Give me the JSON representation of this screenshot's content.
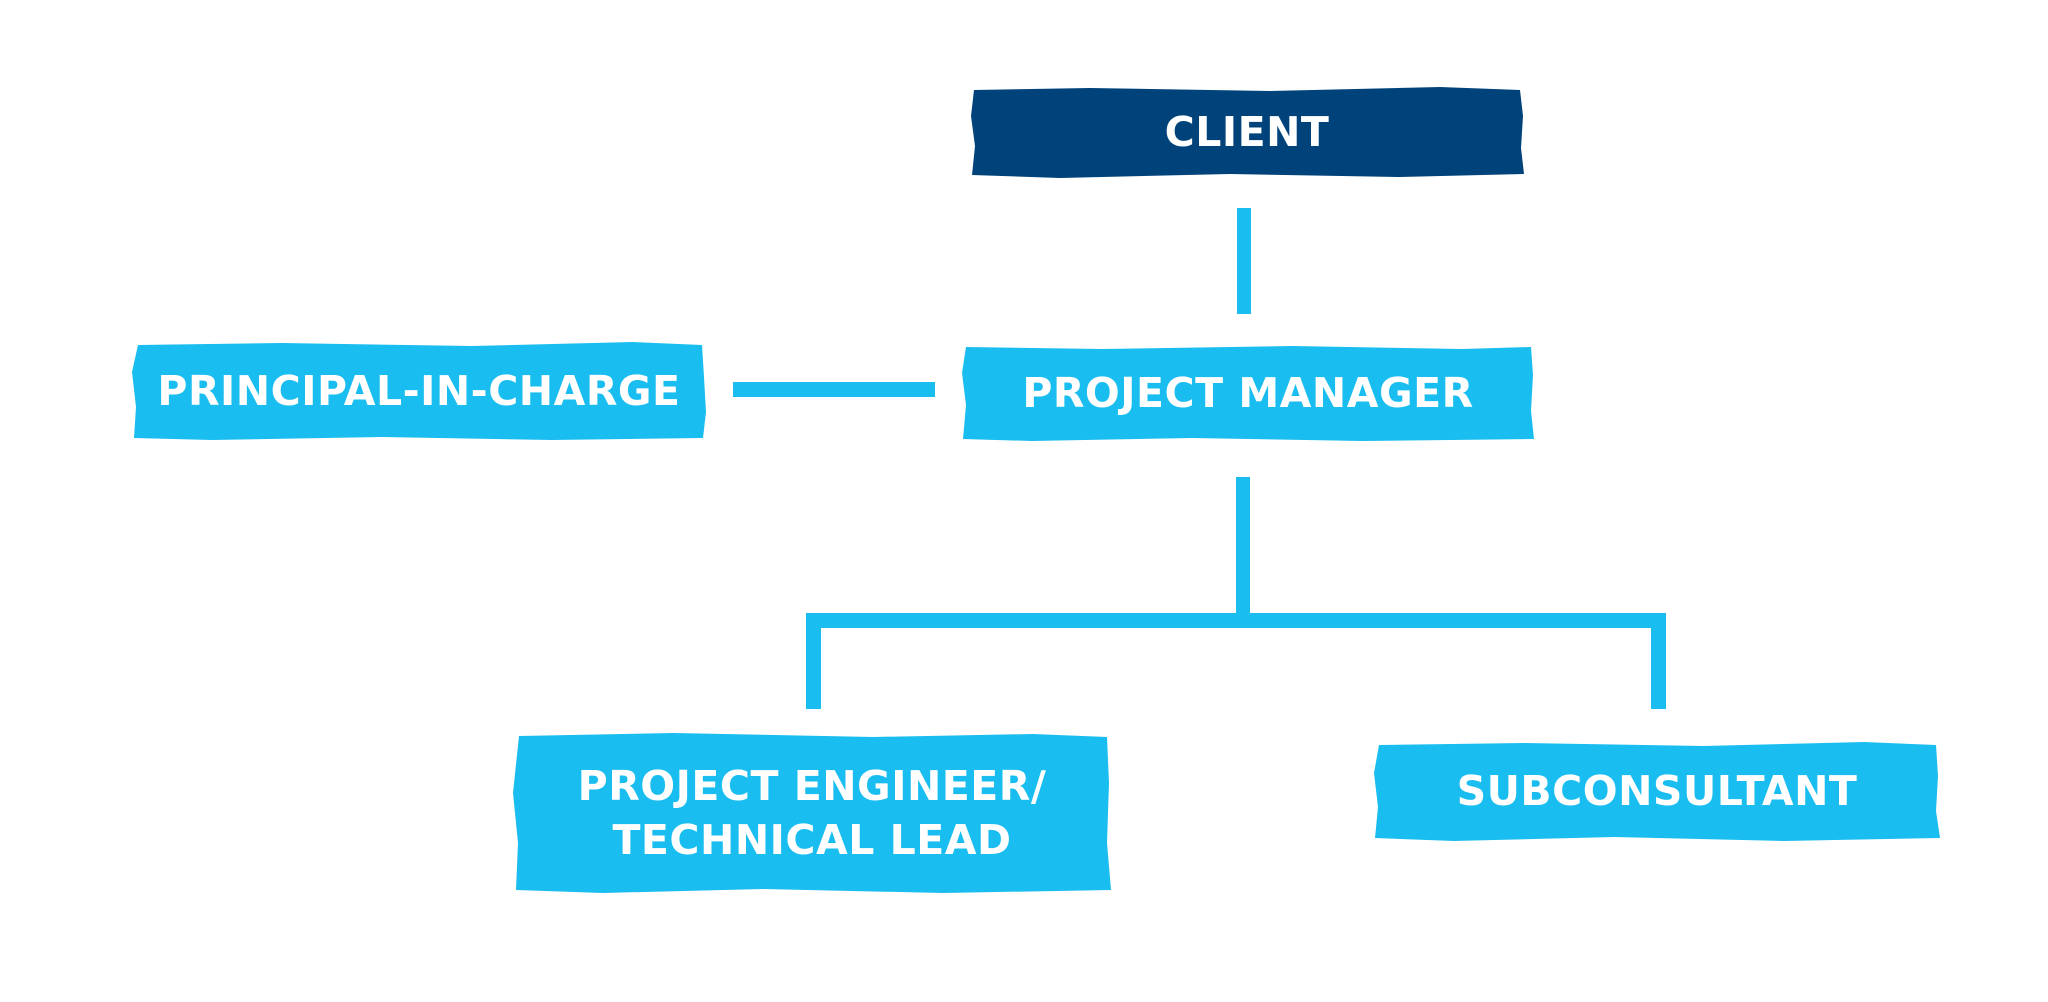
{
  "colors": {
    "dark_box": "#00427a",
    "light_box": "#19bdef",
    "connector": "#19bdef",
    "text": "#ffffff",
    "background": "#ffffff"
  },
  "diagram": {
    "client": {
      "label": "CLIENT"
    },
    "principal": {
      "label": "PRINCIPAL-IN-CHARGE"
    },
    "project_manager": {
      "label": "PROJECT MANAGER"
    },
    "project_engineer": {
      "line1": "PROJECT ENGINEER/",
      "line2": "TECHNICAL LEAD"
    },
    "subconsultant": {
      "label": "SUBCONSULTANT"
    }
  }
}
